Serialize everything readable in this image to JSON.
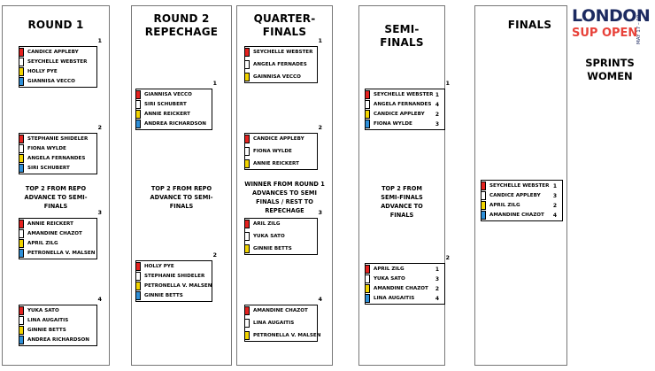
{
  "branding": {
    "name": "LONDON",
    "subtitle": "SUP OPEN",
    "dates": "MAY 17 – 19",
    "event": "SPRINTS",
    "category": "WOMEN"
  },
  "colors": {
    "lane1": "#e5221f",
    "lane2": "#ffffff",
    "lane3": "#f2d400",
    "lane4": "#2e8fd8",
    "brand_blue": "#1c2a60",
    "brand_red": "#e8423a"
  },
  "rounds": {
    "r1": {
      "title": "ROUND 1",
      "note": "TOP 2 FROM REPO ADVANCE TO SEMI-FINALS",
      "heats": [
        {
          "number": "1",
          "lanes": [
            "CANDICE APPLEBY",
            "SEYCHELLE WEBSTER",
            "HOLLY PYE",
            "GIANNISA VECCO"
          ]
        },
        {
          "number": "2",
          "lanes": [
            "STEPHANIE SHIDELER",
            "FIONA WYLDE",
            "ANGELA FERNANDES",
            "SIRI SCHUBERT"
          ]
        },
        {
          "number": "3",
          "lanes": [
            "ANNIE REICKERT",
            "AMANDINE CHAZOT",
            "APRIL ZILG",
            "PETRONELLA V. MALSEN"
          ]
        },
        {
          "number": "4",
          "lanes": [
            "YUKA SATO",
            "LINA AUGAITIS",
            "GINNIE BETTS",
            "ANDREA RICHARDSON"
          ]
        }
      ]
    },
    "repechage": {
      "title_line1": "ROUND 2",
      "title_line2": "REPECHAGE",
      "note": "TOP 2 FROM REPO ADVANCE TO SEMI-FINALS",
      "heats": [
        {
          "number": "1",
          "lanes": [
            "GIANNISA VECCO",
            "SIRI SCHUBERT",
            "ANNIE REICKERT",
            "ANDREA RICHARDSON"
          ]
        },
        {
          "number": "2",
          "lanes": [
            "HOLLY PYE",
            "STEPHANIE SHIDELER",
            "PETRONELLA V. MALSEN",
            "GINNIE BETTS"
          ]
        }
      ]
    },
    "quarters": {
      "title_line1": "QUARTER-",
      "title_line2": "FINALS",
      "note": "WINNER FROM ROUND 1 ADVANCES TO SEMI FINALS / REST TO REPECHAGE",
      "heats": [
        {
          "number": "1",
          "lanes": [
            "SEYCHELLE WEBSTER",
            "ANGELA FERNADES",
            "GAINNISA VECCO"
          ]
        },
        {
          "number": "2",
          "lanes": [
            "CANDICE APPLEBY",
            "FIONA WYLDE",
            "ANNIE REICKERT"
          ]
        },
        {
          "number": "3",
          "lanes": [
            "ARIL ZILG",
            "YUKA SATO",
            "GINNIE BETTS"
          ]
        },
        {
          "number": "4",
          "lanes": [
            "AMANDINE CHAZOT",
            "LINA AUGAITIS",
            "PETRONELLA V. MALSEN"
          ]
        }
      ]
    },
    "semis": {
      "title_line1": "SEMI-",
      "title_line2": "FINALS",
      "note": "TOP 2 FROM SEMI-FINALS ADVANCE TO FINALS",
      "heats": [
        {
          "number": "1",
          "lanes": [
            {
              "name": "SEYCHELLE WEBSTER",
              "pos": "1"
            },
            {
              "name": "ANGELA FERNANDES",
              "pos": "4"
            },
            {
              "name": "CANDICE APPLEBY",
              "pos": "2"
            },
            {
              "name": "FIONA WYLDE",
              "pos": "3"
            }
          ]
        },
        {
          "number": "2",
          "lanes": [
            {
              "name": "APRIL ZILG",
              "pos": "1"
            },
            {
              "name": "YUKA SATO",
              "pos": "3"
            },
            {
              "name": "AMANDINE CHAZOT",
              "pos": "2"
            },
            {
              "name": "LINA AUGAITIS",
              "pos": "4"
            }
          ]
        }
      ]
    },
    "finals": {
      "title": "FINALS",
      "lanes": [
        {
          "name": "SEYCHELLE WEBSTER",
          "pos": "1"
        },
        {
          "name": "CANDICE APPLEBY",
          "pos": "3"
        },
        {
          "name": "APRIL ZILG",
          "pos": "2"
        },
        {
          "name": "AMANDINE CHAZOT",
          "pos": "4"
        }
      ]
    }
  }
}
